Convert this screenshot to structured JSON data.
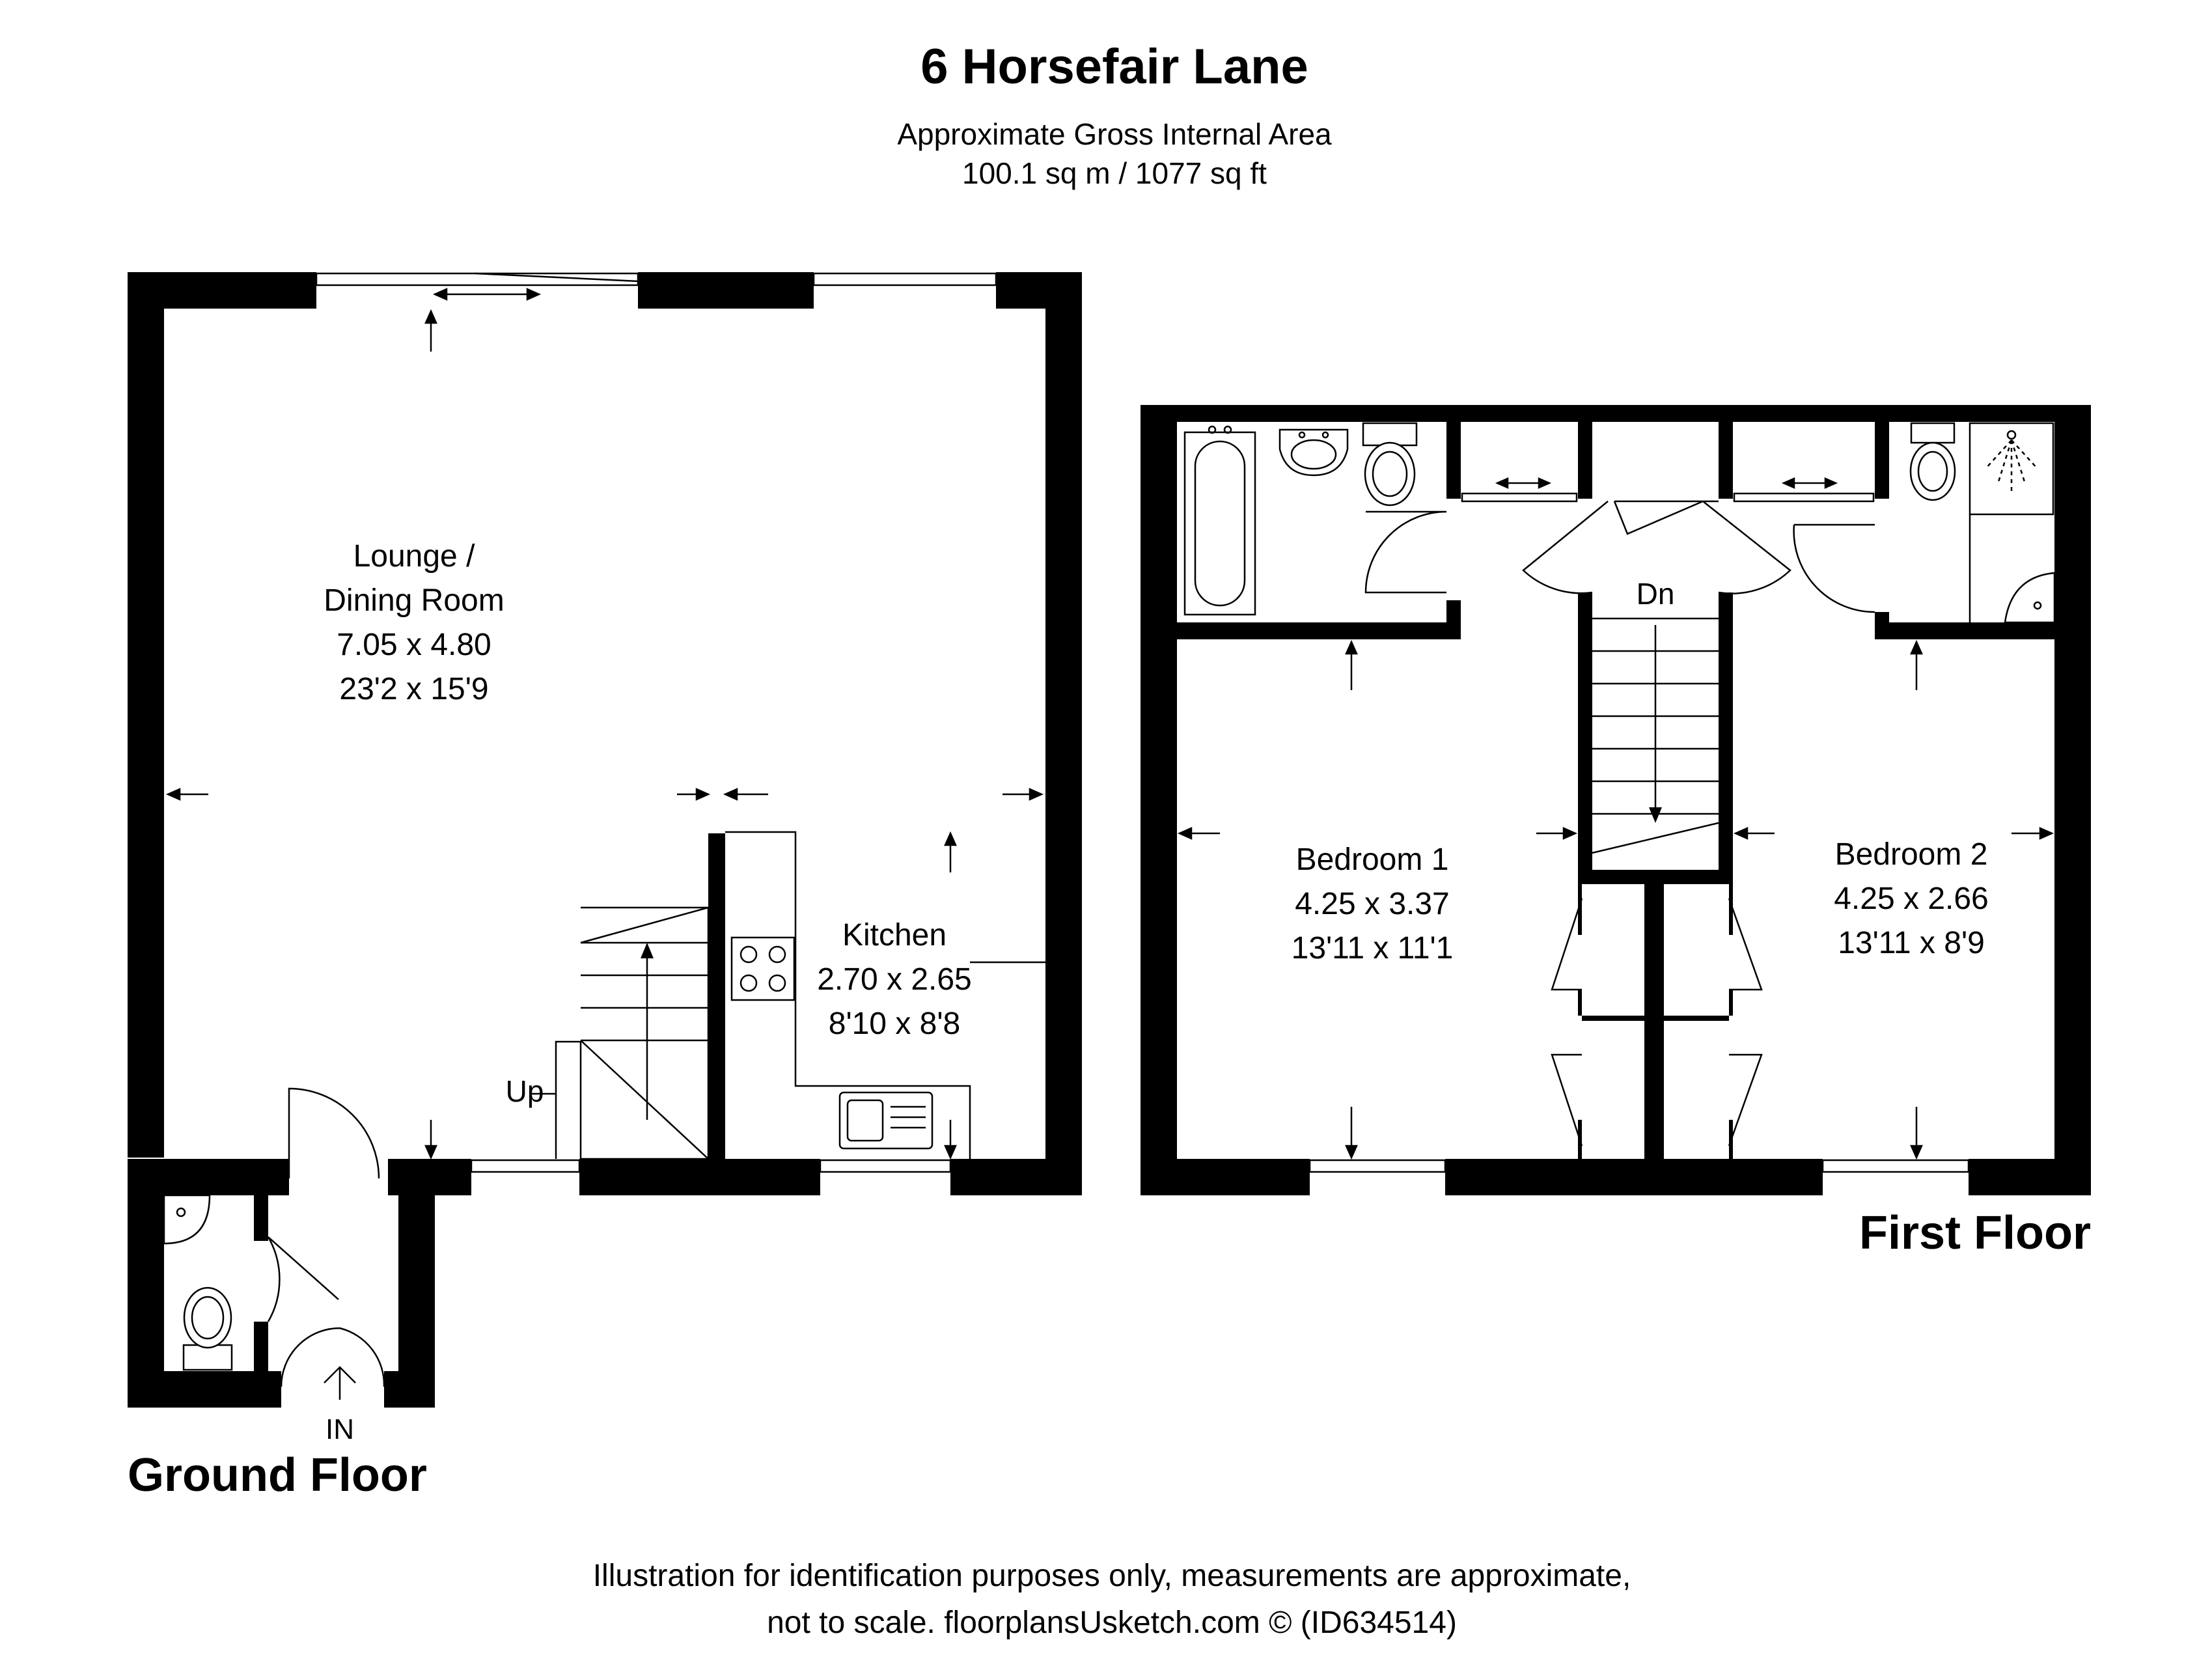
{
  "header": {
    "title": "6 Horsefair Lane",
    "subtitle": "Approximate Gross Internal Area",
    "area": "100.1 sq m / 1077 sq ft"
  },
  "ground_floor": {
    "label": "Ground Floor",
    "entrance": "IN",
    "stairs": "Up",
    "rooms": [
      {
        "name_lines": [
          "Lounge /",
          "Dining Room"
        ],
        "metric": "7.05 x 4.80",
        "imperial": "23'2 x 15'9"
      },
      {
        "name_lines": [
          "Kitchen"
        ],
        "metric": "2.70 x 2.65",
        "imperial": "8'10 x 8'8"
      }
    ]
  },
  "first_floor": {
    "label": "First Floor",
    "stairs": "Dn",
    "rooms": [
      {
        "name_lines": [
          "Bedroom 1"
        ],
        "metric": "4.25 x 3.37",
        "imperial": "13'11 x 11'1"
      },
      {
        "name_lines": [
          "Bedroom 2"
        ],
        "metric": "4.25 x 2.66",
        "imperial": "13'11 x 8'9"
      }
    ]
  },
  "footer": {
    "line1": "Illustration for identification purposes only, measurements are approximate,",
    "line2": "not to scale. floorplansUsketch.com © (ID634514)"
  }
}
